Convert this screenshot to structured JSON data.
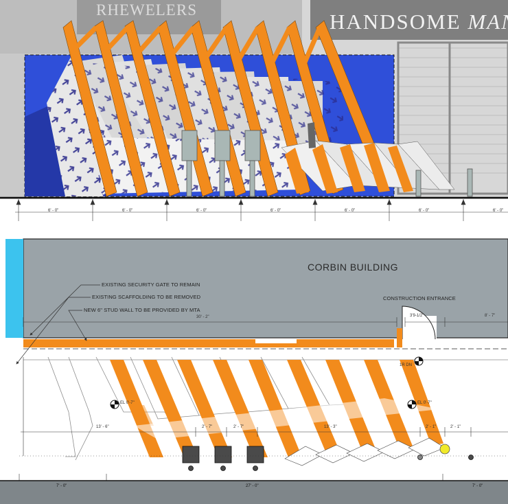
{
  "elevation": {
    "signs": {
      "store_left": "RHEWELERS",
      "store_right_main": "HANDSOME",
      "store_right_italic": "MAN"
    },
    "dimensions": [
      "6' - 0\"",
      "6' - 0\"",
      "6' - 0\"",
      "6' - 0\"",
      "6' - 0\"",
      "6' - 0\"",
      "6' - 0\""
    ]
  },
  "plan": {
    "building_label": "CORBIN BUILDING",
    "callouts": [
      "EXISTING SECURITY GATE TO REMAIN",
      "EXISTING SCAFFOLDING TO BE REMOVED",
      "NEW 6\" STUD WALL TO BE PROVIDED BY MTA"
    ],
    "entrance_label": "CONSTRUCTION ENTRANCE",
    "top_dims": {
      "left": "30' - 2\"",
      "door": "3'9-1/2\"",
      "right": "8' - 7\""
    },
    "elevation_markers": [
      "EL 0'-7\"",
      "EL 0'-7\""
    ],
    "step_label": "1R DN",
    "mid_dims": [
      "13' - 6\"",
      "2' - 7\"",
      "2' - 7\"",
      "13' - 3\"",
      "2' - 1\"",
      "2' - 1\""
    ],
    "bottom_dims": [
      "7' - 0\"",
      "27' - 0\"",
      "7' - 0\""
    ]
  },
  "colors": {
    "orange": "#f28b1c",
    "blue": "#2f4fd9",
    "building_gray": "#9aa3a8",
    "cyan": "#3cc3ee",
    "yellow": "#f1ea2a"
  }
}
